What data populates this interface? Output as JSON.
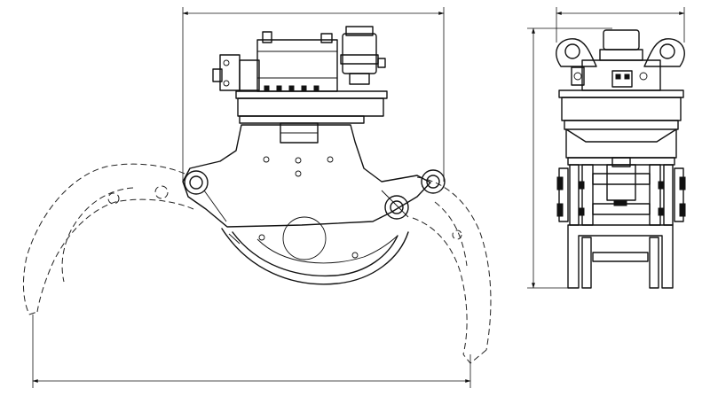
{
  "drawing": {
    "views": [
      "side-view",
      "front-view"
    ],
    "dimension_lines": [
      "top-width",
      "bottom-span",
      "front-width",
      "front-height"
    ],
    "colors": {
      "line": "#111111",
      "background": "#ffffff"
    }
  }
}
